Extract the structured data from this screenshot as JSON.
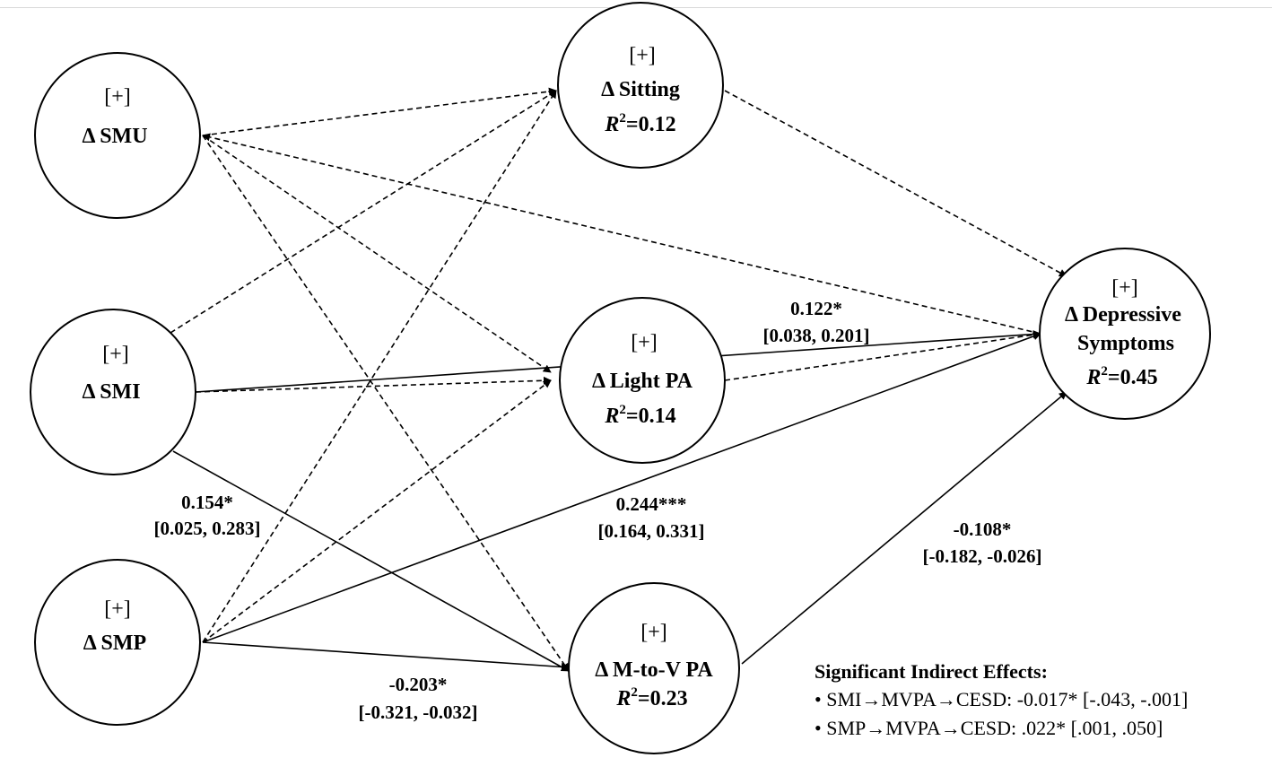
{
  "nodes": {
    "smu": {
      "plus": "[+]",
      "name": "Δ SMU"
    },
    "smi": {
      "plus": "[+]",
      "name": "Δ SMI"
    },
    "smp": {
      "plus": "[+]",
      "name": "Δ SMP"
    },
    "sitting": {
      "plus": "[+]",
      "name": "Δ Sitting",
      "r2_prefix": "R",
      "r2_sup": "2",
      "r2_value": "=0.12"
    },
    "light": {
      "plus": "[+]",
      "name": "Δ Light PA",
      "r2_prefix": "R",
      "r2_sup": "2",
      "r2_value": "=0.14"
    },
    "mvpa": {
      "plus": "[+]",
      "name": "Δ M-to-V PA",
      "r2_prefix": "R",
      "r2_sup": "2",
      "r2_value": "=0.23"
    },
    "dep": {
      "plus": "[+]",
      "name_line1": "Δ Depressive",
      "name_line2": "Symptoms",
      "r2_prefix": "R",
      "r2_sup": "2",
      "r2_value": "=0.45"
    }
  },
  "paths": {
    "smi_dep": {
      "coef": "0.122*",
      "ci": "[0.038, 0.201]"
    },
    "smi_mvpa": {
      "coef": "0.154*",
      "ci": "[0.025, 0.283]"
    },
    "smp_dep": {
      "coef": "0.244***",
      "ci": "[0.164, 0.331]"
    },
    "mvpa_dep": {
      "coef": "-0.108*",
      "ci": "[-0.182, -0.026]"
    },
    "smp_mvpa": {
      "coef": "-0.203*",
      "ci": "[-0.321, -0.032]"
    }
  },
  "indirect": {
    "title": "Significant Indirect Effects:",
    "items": [
      "•  SMI→MVPA→CESD: -0.017* [-.043, -.001]",
      "•  SMP→MVPA→CESD: .022* [.001, .050]"
    ]
  }
}
